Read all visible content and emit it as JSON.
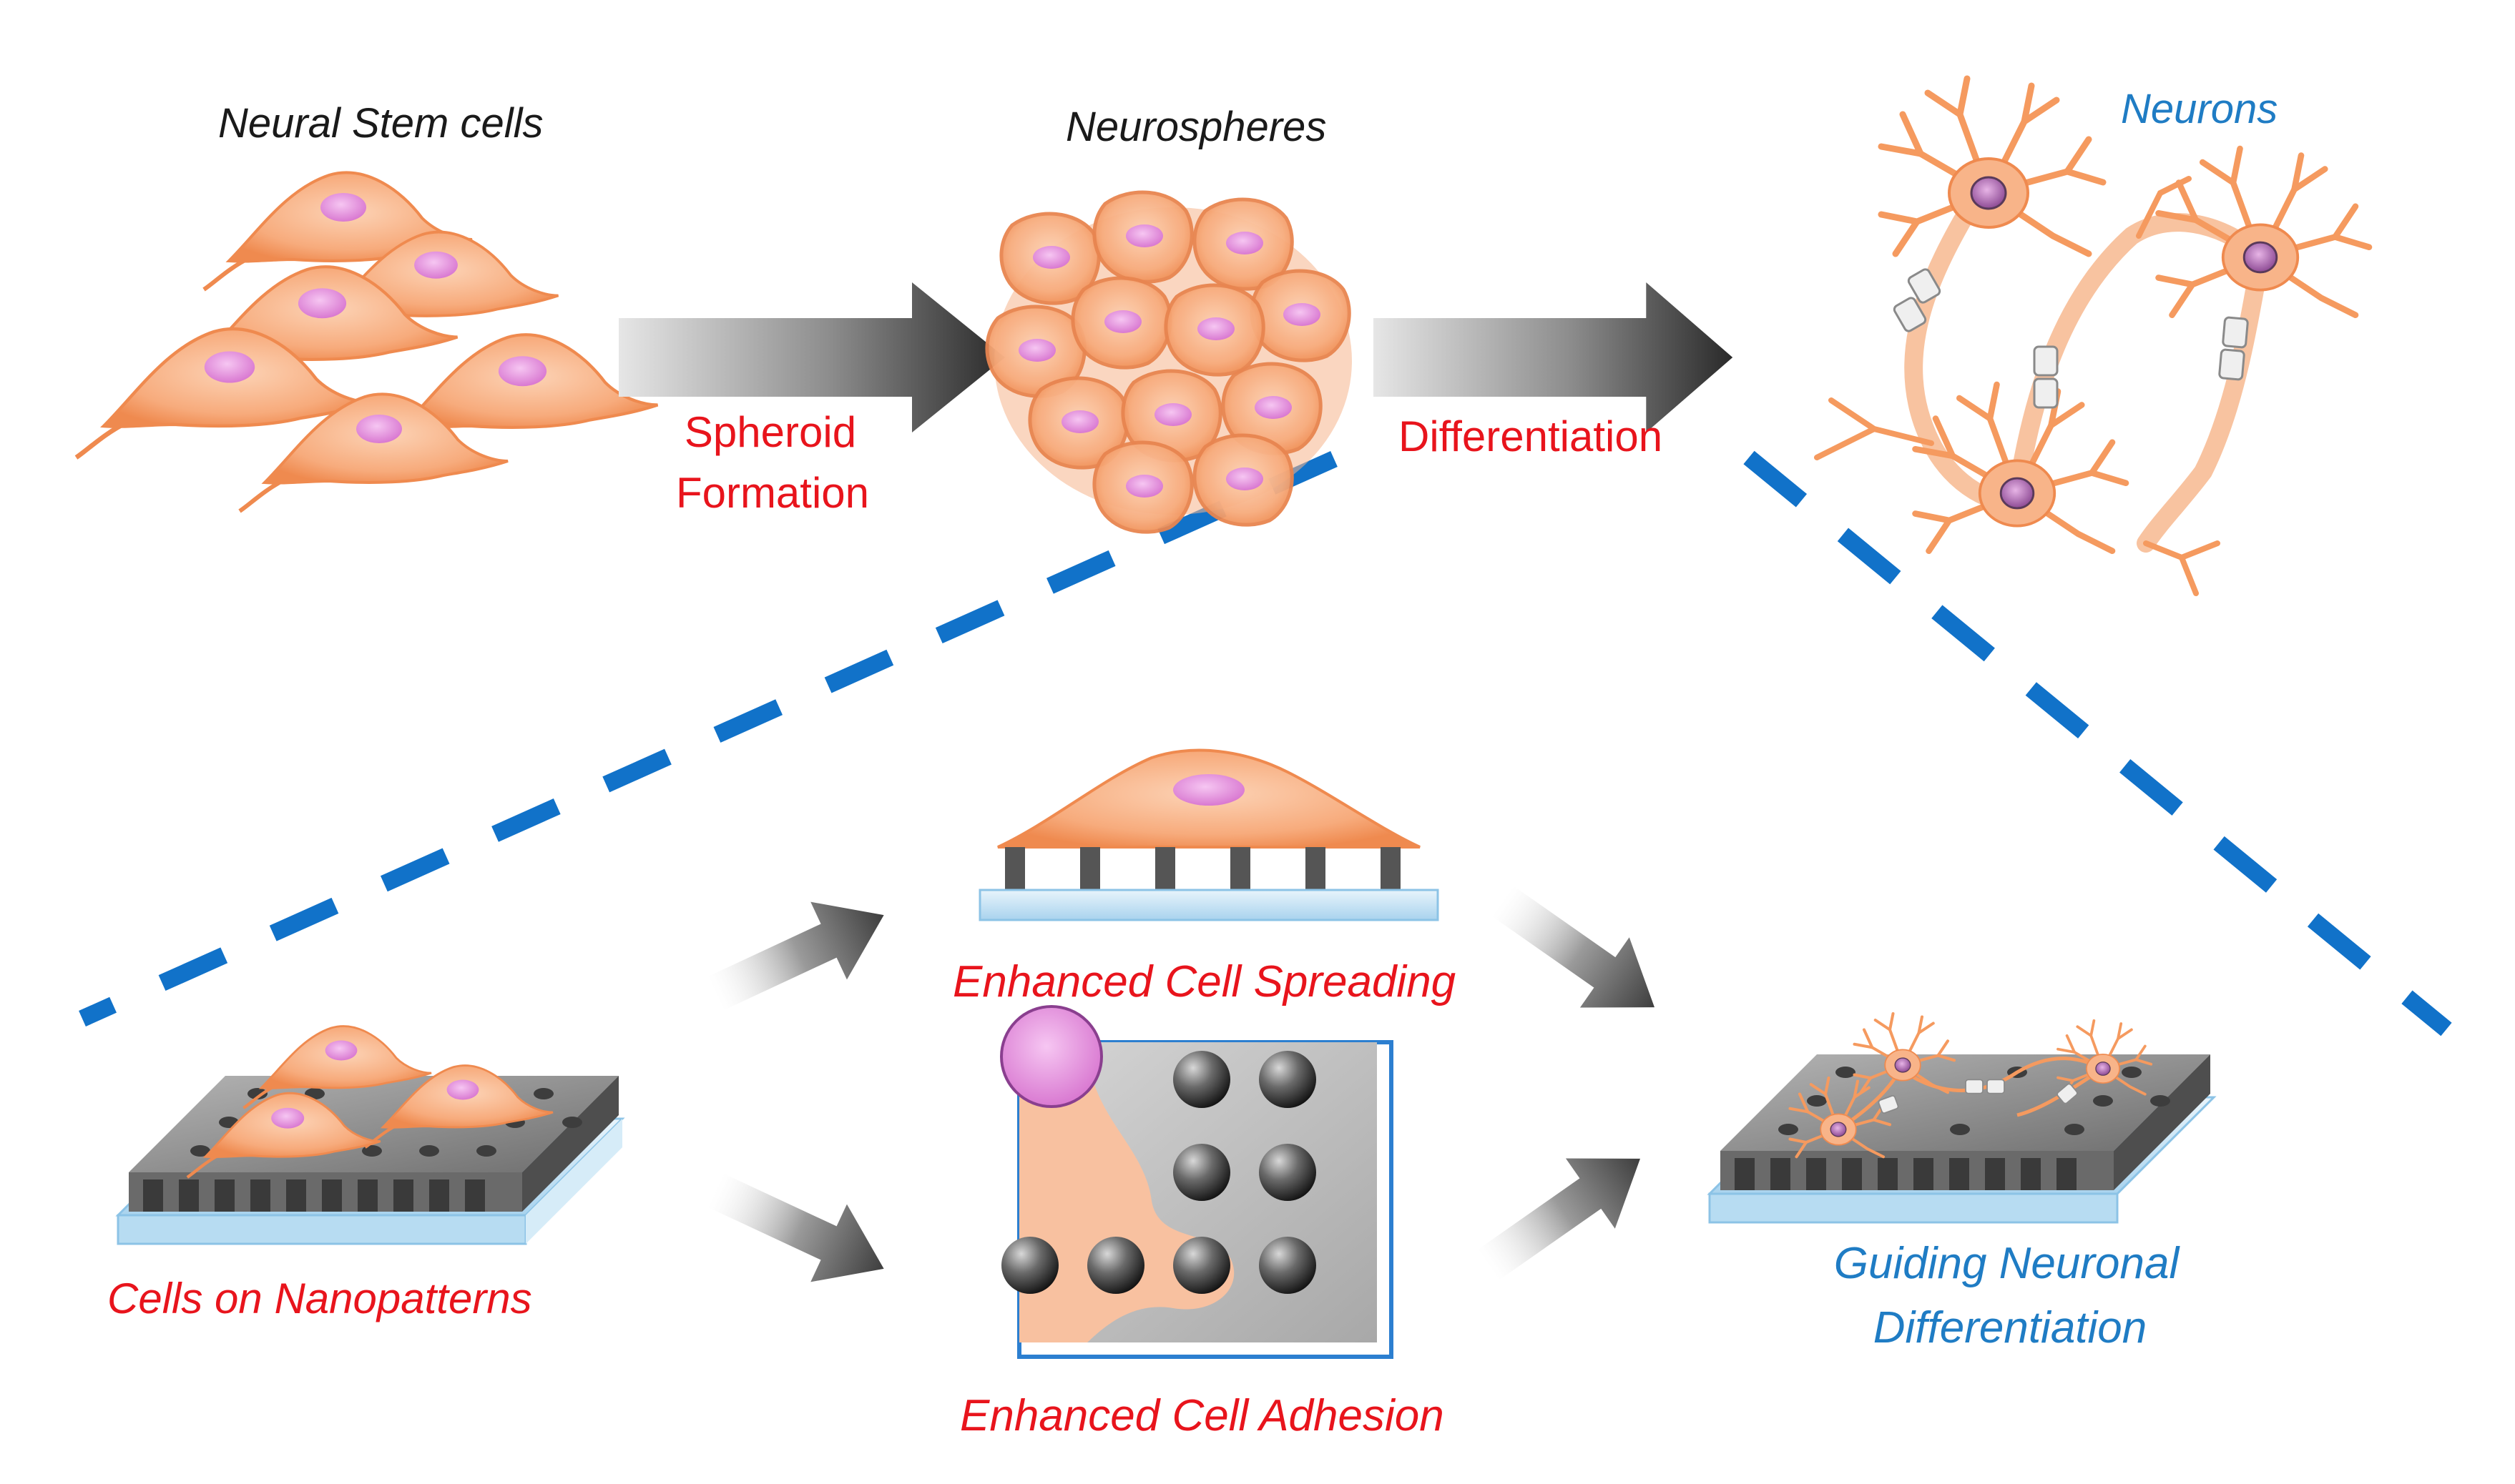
{
  "labels": {
    "neural_stem_cells": "Neural Stem cells",
    "neurospheres": "Neurospheres",
    "neurons": "Neurons",
    "spheroid_formation_1": "Spheroid",
    "spheroid_formation_2": "Formation",
    "differentiation": "Differentiation",
    "cells_on_nanopatterns": "Cells on Nanopatterns",
    "enhanced_cell_spreading": "Enhanced Cell Spreading",
    "enhanced_cell_adhesion": "Enhanced Cell Adhesion",
    "guiding_1": "Guiding Neuronal",
    "guiding_2": "Differentiation"
  },
  "colors": {
    "label_black": "#1a1a1a",
    "label_red": "#e8141c",
    "label_blue": "#1f7cc4",
    "dash_blue": "#1172c9",
    "cell_fill": "#f8b489",
    "cell_edge": "#ef8a4f",
    "nucleus": "#e79be0",
    "nucleus_dark": "#9a4aa0",
    "substrate_top": "#8f8f8f",
    "substrate_side": "#5a5a5a",
    "glass": "#cde6f5"
  }
}
